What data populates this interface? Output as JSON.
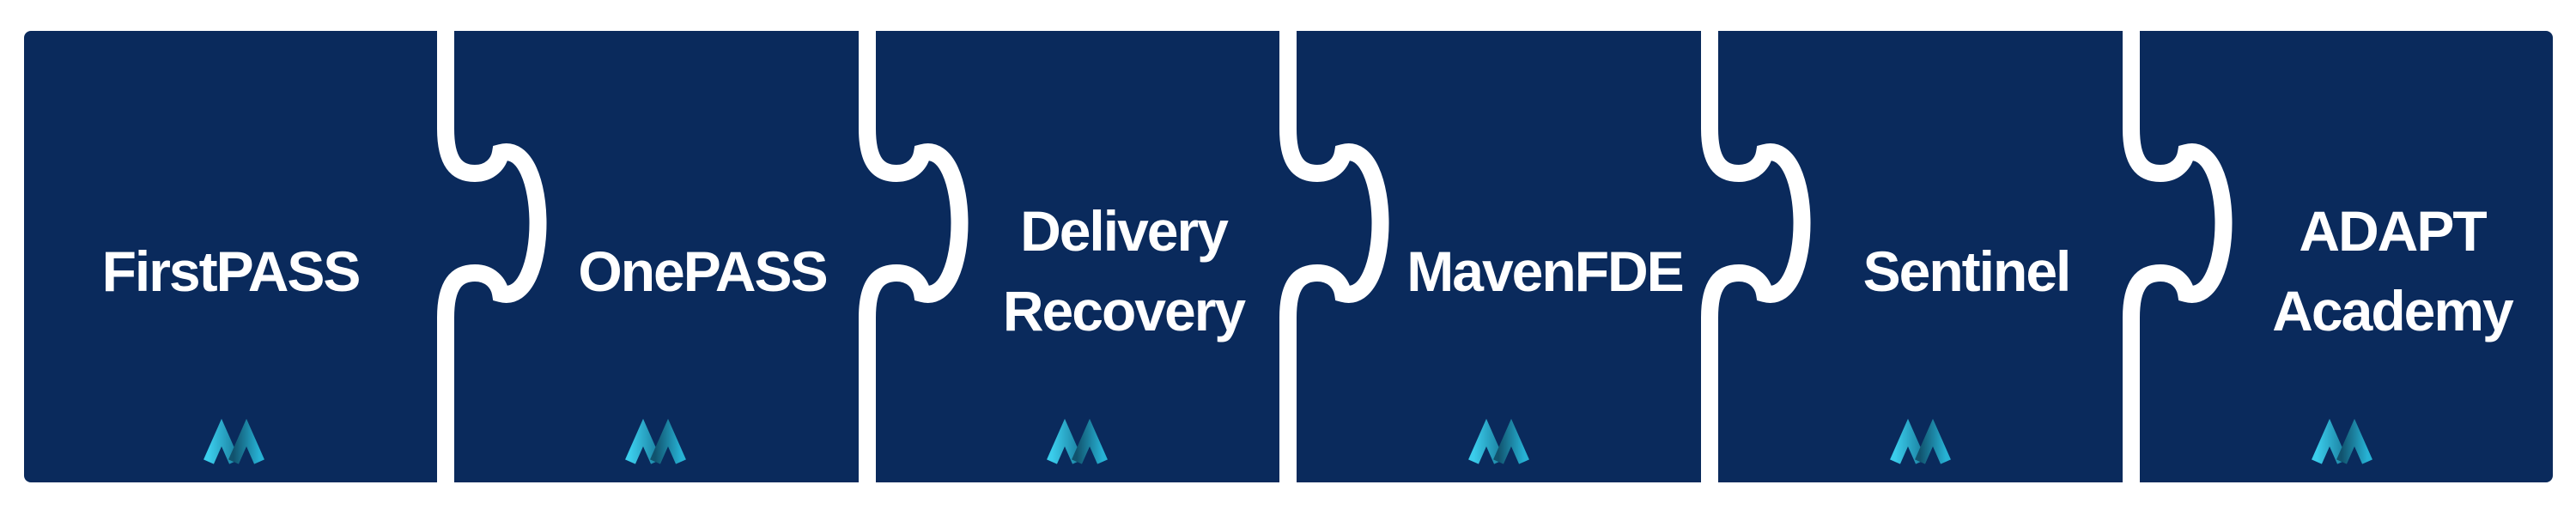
{
  "graphic_title": "product-suite-puzzle-strip",
  "colors": {
    "background": "#ffffff",
    "piece_fill": "#0a2a5c",
    "cut_line": "#ffffff",
    "label_text": "#ffffff",
    "logo": {
      "chevron1_start": "#3bcdec",
      "chevron1_end": "#1d86a6",
      "chevron2_start": "#11536e",
      "chevron2_end": "#27b2d4"
    }
  },
  "logo_name": "m-chevron-monogram-logo",
  "pieces": [
    {
      "id": "firstpass",
      "label": "FirstPASS"
    },
    {
      "id": "onepass",
      "label": "OnePASS"
    },
    {
      "id": "delivery-recovery",
      "label": "Delivery\nRecovery"
    },
    {
      "id": "mavenfde",
      "label": "MavenFDE"
    },
    {
      "id": "sentinel",
      "label": "Sentinel"
    },
    {
      "id": "adapt-academy",
      "label": "ADAPT\nAcademy"
    }
  ]
}
